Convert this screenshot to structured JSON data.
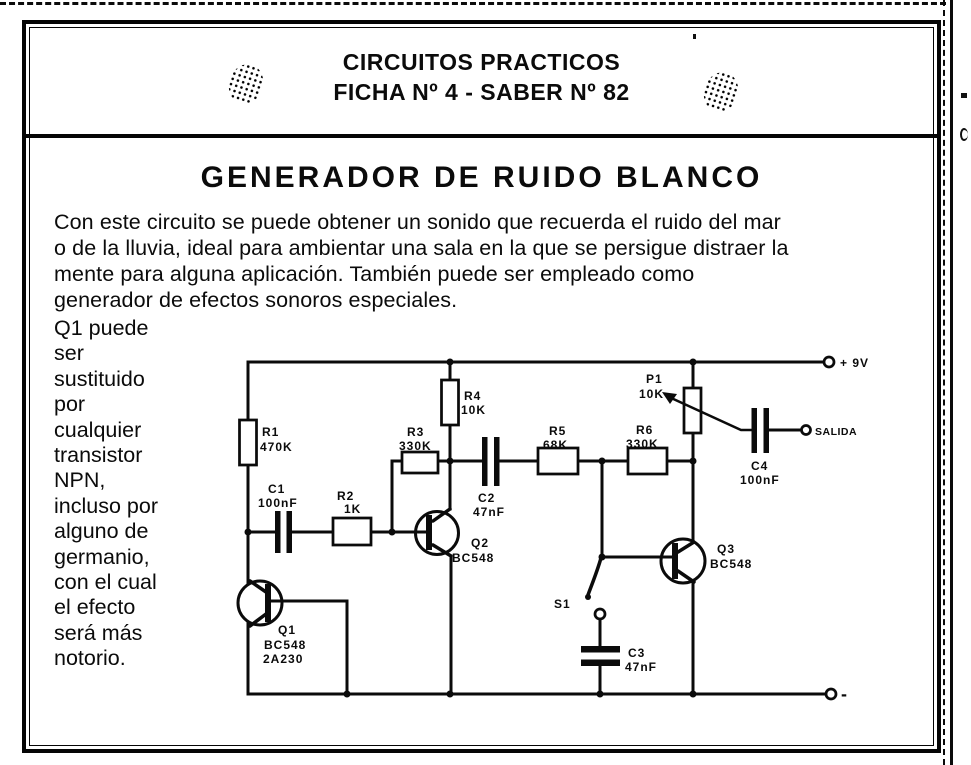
{
  "header": {
    "line1": "CIRCUITOS PRACTICOS",
    "line2": "FICHA Nº 4 - SABER Nº 82"
  },
  "title": "GENERADOR DE RUIDO BLANCO",
  "intro": [
    "Con este circuito se puede obtener un sonido que recuerda el ruido del mar",
    "o de la lluvia, ideal para ambientar una sala en la que se persigue distraer la",
    "mente para alguna aplicación. También puede ser empleado como",
    "generador de efectos sonoros especiales."
  ],
  "side_note": [
    "Q1 puede",
    "ser",
    "sustituido",
    "por",
    "cualquier",
    "transistor",
    "NPN,",
    "incluso por",
    "alguno de",
    "germanio,",
    "con el cual",
    "el efecto",
    "será más",
    "notorio."
  ],
  "schematic": {
    "terminals": {
      "power": "+ 9V",
      "output": "SALIDA",
      "negative": "-"
    },
    "r1": {
      "id": "R1",
      "value": "470K"
    },
    "r2": {
      "id": "R2",
      "value": "1K"
    },
    "r3": {
      "id": "R3",
      "value": "330K"
    },
    "r4": {
      "id": "R4",
      "value": "10K"
    },
    "r5": {
      "id": "R5",
      "value": "68K"
    },
    "r6": {
      "id": "R6",
      "value": "330K"
    },
    "p1": {
      "id": "P1",
      "value": "10K"
    },
    "c1": {
      "id": "C1",
      "value": "100nF"
    },
    "c2": {
      "id": "C2",
      "value": "47nF"
    },
    "c3": {
      "id": "C3",
      "value": "47nF"
    },
    "c4": {
      "id": "C4",
      "value": "100nF"
    },
    "q1": {
      "id": "Q1",
      "value": "BC548",
      "alt": "2A230"
    },
    "q2": {
      "id": "Q2",
      "value": "BC548"
    },
    "q3": {
      "id": "Q3",
      "value": "BC548"
    },
    "s1": {
      "id": "S1"
    }
  }
}
